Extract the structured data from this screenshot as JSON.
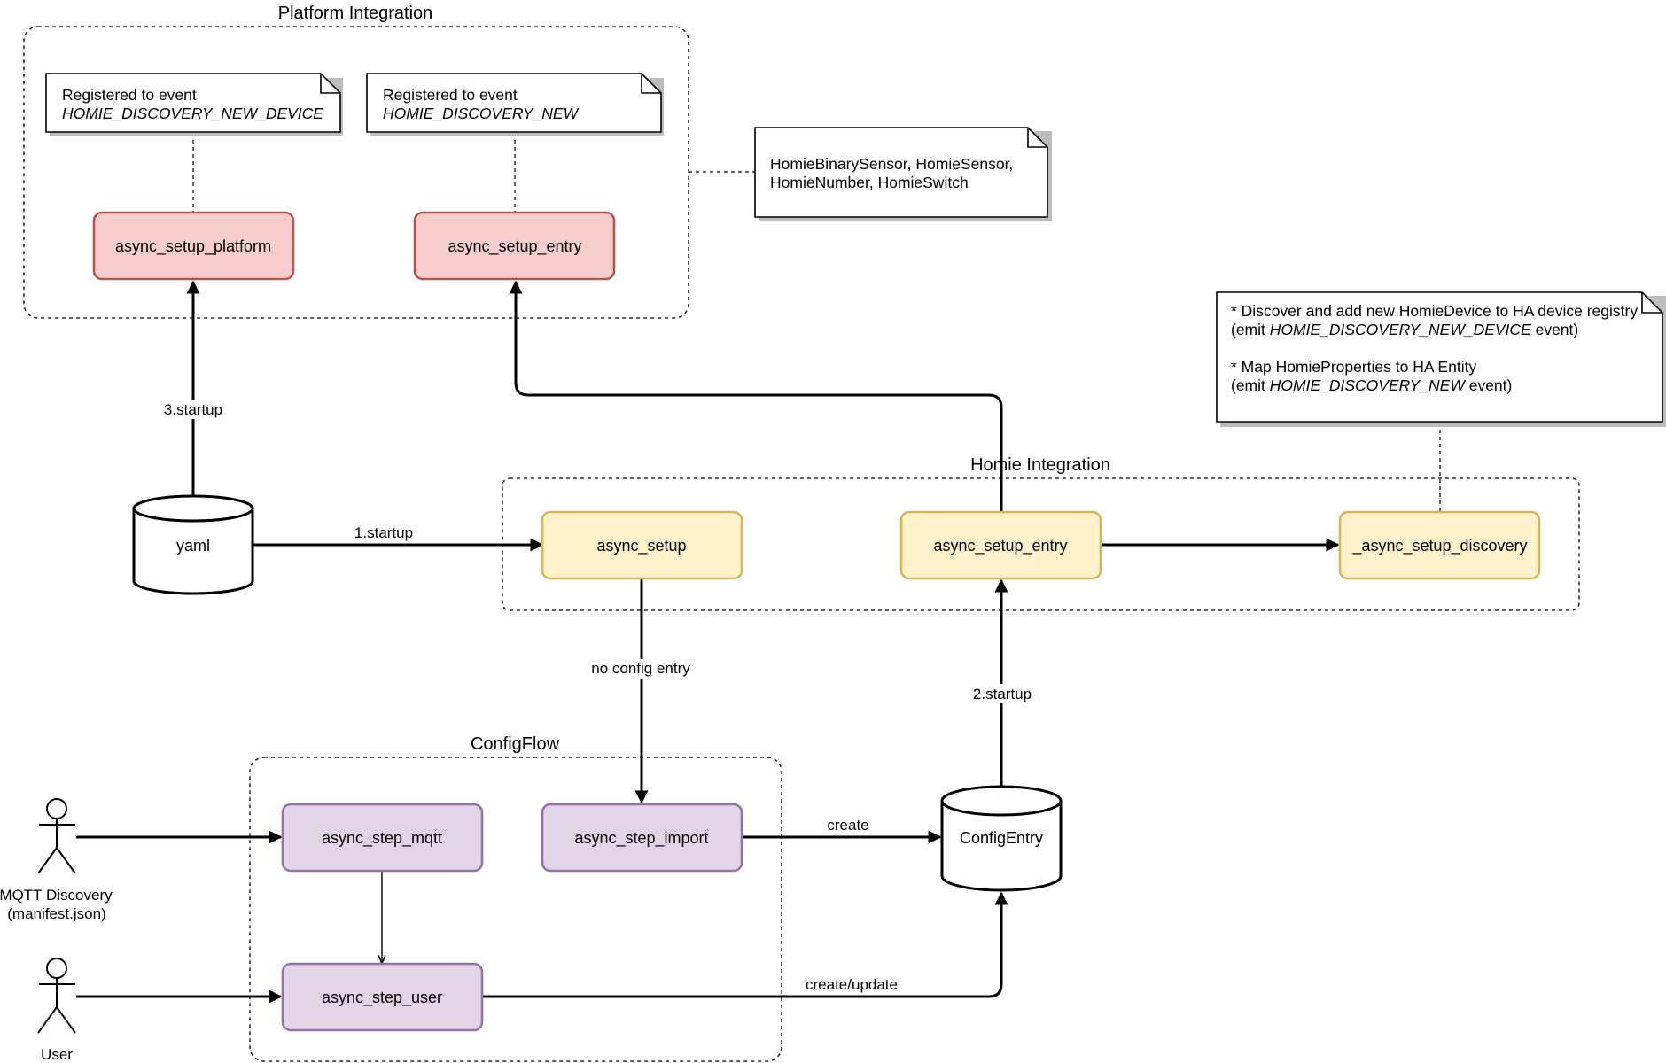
{
  "groups": {
    "platform": "Platform Integration",
    "homie": "Homie Integration",
    "configflow": "ConfigFlow"
  },
  "nodes": {
    "async_setup_platform": "async_setup_platform",
    "platform_async_setup_entry": "async_setup_entry",
    "async_setup": "async_setup",
    "homie_async_setup_entry": "async_setup_entry",
    "async_setup_discovery": "_async_setup_discovery",
    "async_step_mqtt": "async_step_mqtt",
    "async_step_import": "async_step_import",
    "async_step_user": "async_step_user",
    "yaml": "yaml",
    "config_entry": "ConfigEntry"
  },
  "notes": {
    "new_device": {
      "line1": "Registered to event",
      "line2": "HOMIE_DISCOVERY_NEW_DEVICE"
    },
    "new": {
      "line1": "Registered to event",
      "line2": "HOMIE_DISCOVERY_NEW"
    },
    "entities": {
      "line1": "HomieBinarySensor, HomieSensor,",
      "line2": "HomieNumber, HomieSwitch"
    },
    "discovery": {
      "line1": "* Discover and add new HomieDevice to HA device registry",
      "line2_prefix": "(emit ",
      "line2_event": "HOMIE_DISCOVERY_NEW_DEVICE",
      "line2_suffix": " event)",
      "line3": "* Map HomieProperties to HA Entity",
      "line4_prefix": "(emit ",
      "line4_event": "HOMIE_DISCOVERY_NEW",
      "line4_suffix": " event)"
    }
  },
  "actors": {
    "mqtt_line1": "MQTT Discovery",
    "mqtt_line2": "(manifest.json)",
    "user": "User"
  },
  "edges": {
    "startup1": "1.startup",
    "startup2": "2.startup",
    "startup3": "3.startup",
    "no_config": "no config entry",
    "create": "create",
    "create_update": "create/update"
  }
}
